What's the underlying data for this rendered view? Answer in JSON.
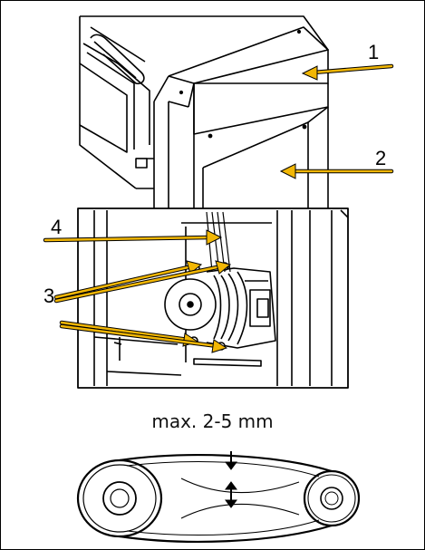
{
  "labels": {
    "one": "1",
    "two": "2",
    "three": "3",
    "four": "4"
  },
  "caption": "max. 2-5 mm",
  "colors": {
    "arrow": "#f2b705",
    "line": "#000000"
  }
}
